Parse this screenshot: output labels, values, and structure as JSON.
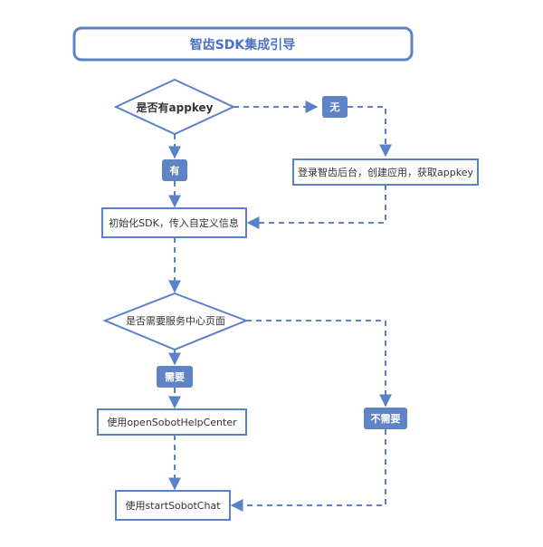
{
  "colors": {
    "stroke": "#5b82c9",
    "tag_fill": "#5f83c5",
    "title_text": "#4a72c4",
    "text": "#333333",
    "background": "#ffffff"
  },
  "title": "智齿SDK集成引导",
  "decision_appkey": "是否有appkey",
  "tag_no": "无",
  "tag_yes": "有",
  "step_register": "登录智齿后台，创建应用，获取appkey",
  "step_init": "初始化SDK，传入自定义信息",
  "decision_help_center": "是否需要服务中心页面",
  "tag_need": "需要",
  "tag_no_need": "不需要",
  "step_help_center": "使用openSobotHelpCenter",
  "step_start_chat": "使用startSobotChat"
}
